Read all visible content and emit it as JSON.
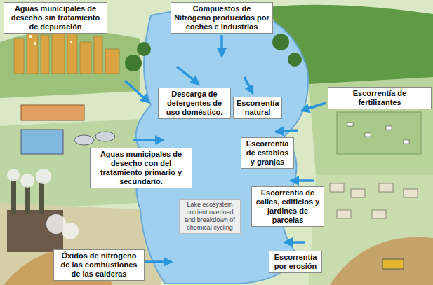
{
  "diagram": {
    "nodes": [
      {
        "text": [
          "Aguas municipales de desecho sin tratamiento de depuración"
        ]
      },
      {
        "text": [
          "Compuestos de Nitrógeno producidos por coches e industrias"
        ]
      },
      {
        "text": [
          "Descarga de detergentes de uso doméstico."
        ]
      },
      {
        "text": [
          "Escorrentía natural"
        ]
      },
      {
        "text": [
          "Escorrentía de fertilizantes"
        ]
      },
      {
        "text": [
          "Escorrentía de establos y granjas"
        ]
      },
      {
        "text": [
          "Aguas municipales de desecho con del tratamiento primario y secundario."
        ]
      },
      {
        "text": [
          "Escorrentía de calles, edificios y jardines de parcelas"
        ]
      },
      {
        "text": [
          "Lake ecosystem nutrient overload and breakdown of chemical cycling"
        ]
      },
      {
        "text": [
          "Óxidos de nitrógeno de las combustiones de las calderas"
        ]
      },
      {
        "text": [
          "Escorrentía por erosión"
        ]
      }
    ]
  }
}
